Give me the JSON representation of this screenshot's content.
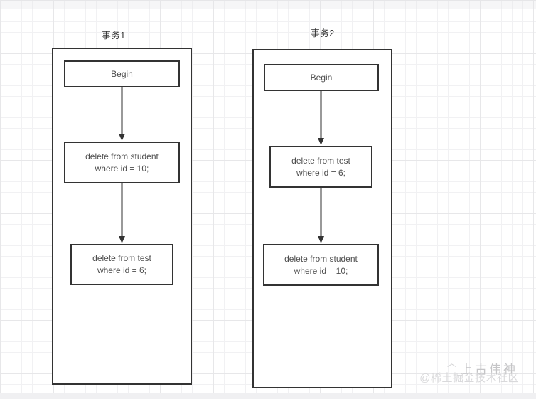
{
  "colors": {
    "stroke": "#333333",
    "node_text": "#4d4d4d",
    "title_text": "#333333",
    "grid_minor": "#f1f1f3",
    "grid_major": "#e7e7e9",
    "watermark_author": "#c5c5c7",
    "watermark_community": "#d9d9db"
  },
  "flows": [
    {
      "title": "事务1",
      "nodes": [
        {
          "name": "begin",
          "line1": "Begin",
          "line2": ""
        },
        {
          "name": "statement-1",
          "line1": "delete from student",
          "line2": "where id = 10;"
        },
        {
          "name": "statement-2",
          "line1": "delete from test",
          "line2": "where id = 6;"
        }
      ]
    },
    {
      "title": "事务2",
      "nodes": [
        {
          "name": "begin",
          "line1": "Begin",
          "line2": ""
        },
        {
          "name": "statement-1",
          "line1": "delete from test",
          "line2": "where id = 6;"
        },
        {
          "name": "statement-2",
          "line1": "delete from student",
          "line2": "where id = 10;"
        }
      ]
    }
  ],
  "watermark": {
    "mark": "︿",
    "author": "上古伟神",
    "community": "@稀土掘金技术社区"
  }
}
